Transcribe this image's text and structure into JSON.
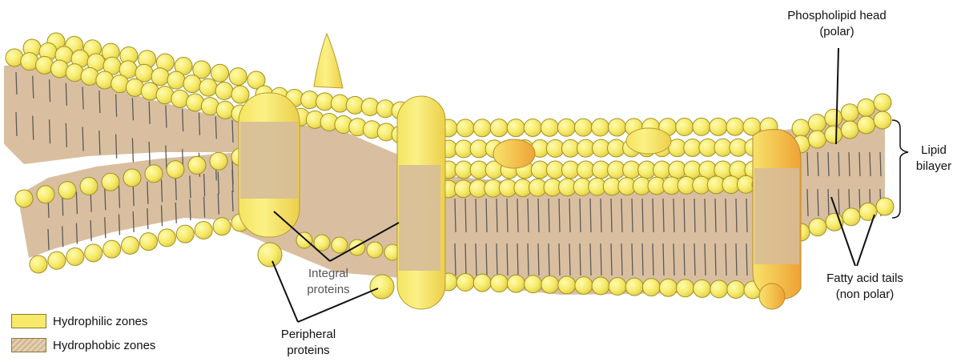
{
  "labels": {
    "phospholipid_head": "Phospholipid head",
    "phospholipid_head_sub": "(polar)",
    "lipid_bilayer_1": "Lipid",
    "lipid_bilayer_2": "bilayer",
    "fatty_acid_tails": "Fatty acid tails",
    "fatty_acid_tails_sub": "(non polar)",
    "integral_proteins_1": "Integral",
    "integral_proteins_2": "proteins",
    "peripheral_proteins_1": "Peripheral",
    "peripheral_proteins_2": "proteins"
  },
  "legend": [
    {
      "label": "Hydrophilic zones",
      "color": "#f6ea6a"
    },
    {
      "label": "Hydrophobic zones",
      "color": "#dcc4a4"
    }
  ],
  "colors": {
    "head_fill": "#f6ea6a",
    "head_stroke": "#a0902a",
    "core_fill": "#d9bfa0",
    "tail_stroke": "#5a5a58",
    "protein_fill": "#f8ec6e",
    "protein_shade": "#f0a838"
  }
}
